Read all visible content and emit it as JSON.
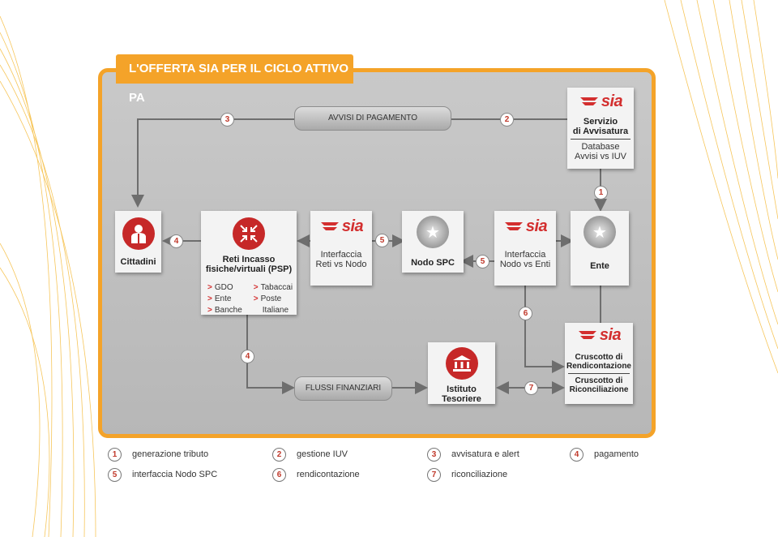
{
  "header": {
    "title": "L'OFFERTA SIA PER IL CICLO ATTIVO PA"
  },
  "colors": {
    "accent": "#f4a329",
    "brand_red": "#d32f2f",
    "line": "#6e6e6e",
    "frame_bg": "#bfbfbf"
  },
  "logo": {
    "sia_text": "sia"
  },
  "pills": {
    "avvisi": "AVVISI DI PAGAMENTO",
    "flussi": "FLUSSI FINANZIARI"
  },
  "nodes": {
    "servizio_avvisatura": {
      "title_line1": "Servizio",
      "title_line2": "di Avvisatura",
      "sub_line1": "Database",
      "sub_line2": "Avvisi vs IUV",
      "icon": "sia-logo"
    },
    "cittadini": {
      "label": "Cittadini",
      "icon": "person-icon"
    },
    "reti_incasso": {
      "line1": "Reti Incasso",
      "line2": "fisiche/virtuali (PSP)",
      "icon": "arrows-in-icon"
    },
    "interfaccia_reti": {
      "line1": "Interfaccia",
      "line2": "Reti vs Nodo",
      "icon": "sia-logo"
    },
    "nodo_spc": {
      "label": "Nodo SPC",
      "icon": "emblem-icon"
    },
    "interfaccia_nodo": {
      "line1": "Interfaccia",
      "line2": "Nodo vs Enti",
      "icon": "sia-logo"
    },
    "ente": {
      "label": "Ente",
      "icon": "emblem-icon"
    },
    "istituto_tesoriere": {
      "line1": "Istituto",
      "line2": "Tesoriere",
      "icon": "bank-icon"
    },
    "cruscotto": {
      "line1": "Cruscotto di",
      "line2": "Rendicontazione",
      "line3": "Cruscotto di",
      "line4": "Riconciliazione",
      "icon": "sia-logo"
    }
  },
  "psp_list": {
    "col1": [
      "GDO",
      "Ente",
      "Banche"
    ],
    "col2": [
      "Tabaccai",
      "Poste",
      "Italiane"
    ],
    "bullet": ">"
  },
  "steps": {
    "s3_top": "3",
    "s2_top": "2",
    "s1_right": "1",
    "s4_mid": "4",
    "s5_mid": "5",
    "s5_right": "5",
    "s6": "6",
    "s4_low": "4",
    "s7": "7"
  },
  "legend": [
    {
      "num": "1",
      "label": "generazione tributo"
    },
    {
      "num": "2",
      "label": "gestione IUV"
    },
    {
      "num": "3",
      "label": "avvisatura e alert"
    },
    {
      "num": "4",
      "label": "pagamento"
    },
    {
      "num": "5",
      "label": "interfaccia Nodo SPC"
    },
    {
      "num": "6",
      "label": "rendicontazione"
    },
    {
      "num": "7",
      "label": "riconciliazione"
    }
  ]
}
